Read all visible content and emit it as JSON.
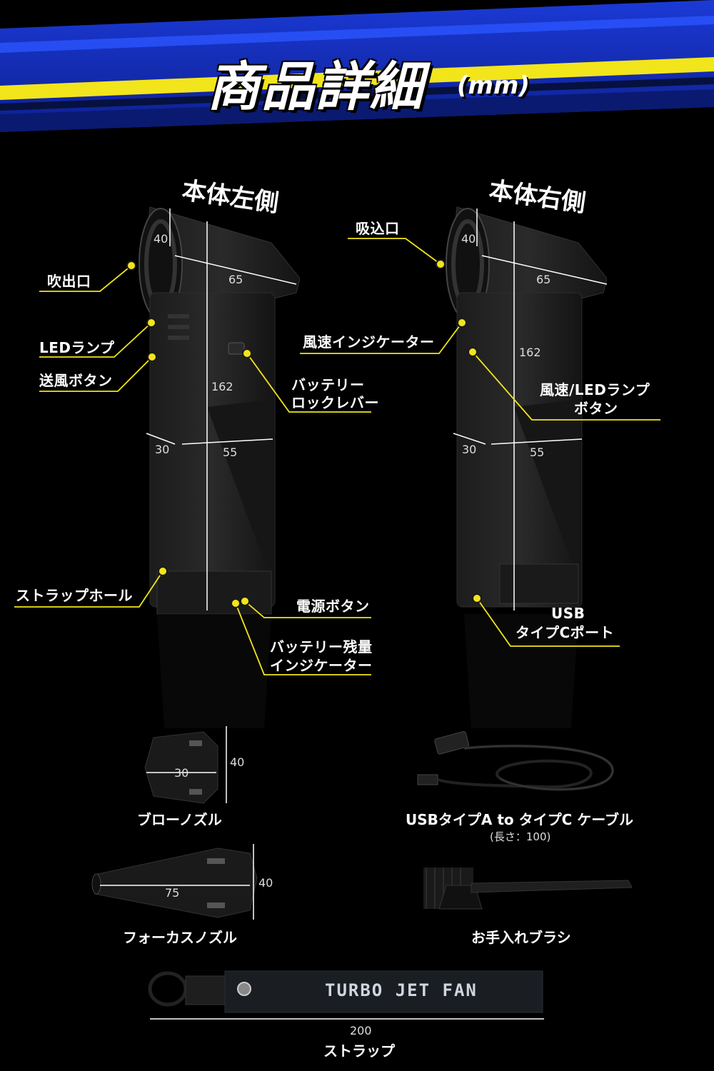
{
  "header": {
    "title": "商品詳細",
    "unit": "(mm)"
  },
  "left_view": {
    "heading": "本体左側",
    "dims": {
      "fan_height": "40",
      "head_width": "65",
      "body_height": "162",
      "depth": "30",
      "width": "55"
    },
    "labels": {
      "outlet": "吹出口",
      "led_lamp": "LEDランプ",
      "fan_button": "送風ボタン",
      "battery_lock_1": "バッテリー",
      "battery_lock_2": "ロックレバー",
      "strap_hole": "ストラップホール",
      "power_button": "電源ボタン",
      "battery_level_1": "バッテリー残量",
      "battery_level_2": "インジケーター"
    }
  },
  "right_view": {
    "heading": "本体右側",
    "dims": {
      "fan_height": "40",
      "head_width": "65",
      "body_height": "162",
      "depth": "30",
      "width": "55"
    },
    "labels": {
      "intake": "吸込口",
      "speed_indicator": "風速インジケーター",
      "speed_button_1": "風速/LEDランプ",
      "speed_button_2": "ボタン",
      "usb_1": "USB",
      "usb_2": "タイプCポート"
    }
  },
  "accessories": {
    "blow_nozzle": {
      "name": "ブローノズル",
      "dim_w": "30",
      "dim_h": "40"
    },
    "cable": {
      "name": "USBタイプA to タイプC ケーブル",
      "note": "(長さ：100)"
    },
    "focus_nozzle": {
      "name": "フォーカスノズル",
      "dim_w": "75",
      "dim_h": "40"
    },
    "brush": {
      "name": "お手入れブラシ"
    },
    "strap": {
      "name": "ストラップ",
      "dim": "200",
      "print": "TURBO JET FAN"
    }
  },
  "colors": {
    "accent_yellow": "#f2e51c",
    "banner_blue": "#1836c9",
    "banner_dark": "#0b1a7a"
  }
}
